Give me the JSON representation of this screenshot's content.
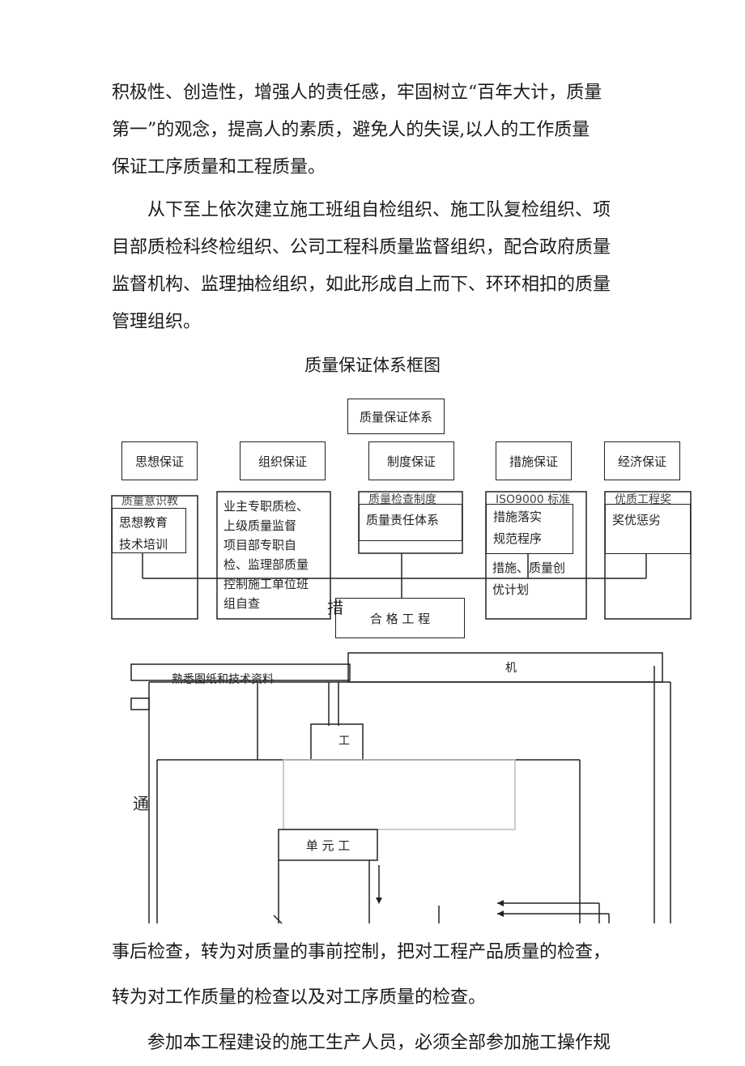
{
  "top_text": {
    "p1_lines": [
      "积极性、创造性，增强人的责任感，牢固树立“百年大计，质量",
      "第一”的观念，提高人的素质，避免人的失误,以人的工作质量",
      "保证工序质量和工程质量。"
    ],
    "p2_lines": [
      "从下至上依次建立施工班组自检组织、施工队复检组织、项",
      "目部质检科终检组织、公司工程科质量监督组织，配合政府质量",
      "监督机构、监理抽检组织，如此形成自上而下、环环相扣的质量",
      "管理组织。"
    ]
  },
  "figure_title": "质量保证体系框图",
  "diagram": {
    "root": "质量保证体系",
    "categories": [
      "思想保证",
      "组织保证",
      "制度保证",
      "措施保证",
      "经济保证"
    ],
    "detail_think": "思想教育\n技术培训",
    "detail_org": "业主专职质检、\n上级质量监督\n项目部专职自\n检、监理部质量\n控制施工单位班\n组自查",
    "detail_sys": "质量责任体系",
    "detail_measure": "措施落实\n规范程序",
    "detail_measure2": "措施、质量创\n优计划",
    "detail_econ": "奖优惩劣",
    "hidden_frag_1": "质量意识教",
    "hidden_frag_2": "质量检查制度",
    "hidden_frag_3": "ISO9000 标准",
    "hidden_frag_4": "优质工程奖",
    "result": "合 格 工 程",
    "frag_docs": "熟悉图纸和技术资料",
    "frag_mech": "机",
    "frag_work": "工",
    "frag_tong": "通",
    "frag_ti": "措",
    "unit": "单 元 工"
  },
  "bottom_text": {
    "lines": [
      "事后检查，转为对质量的事前控制，把对工程产品质量的检查，",
      "转为对工作质量的检查以及对工序质量的检查。",
      "参加本工程建设的施工生产人员，必须全部参加施工操作规"
    ]
  }
}
